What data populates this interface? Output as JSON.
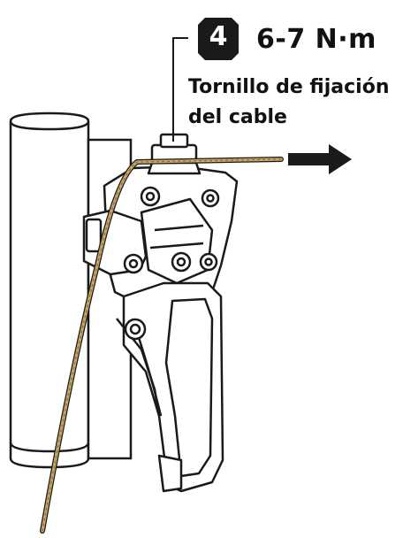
{
  "step_number": "4",
  "torque": "6-7 N·m",
  "callout": {
    "line1": "Tornillo de fijación",
    "line2": "del cable"
  },
  "colors": {
    "cable": "#c9a56a",
    "outline": "#1a1a1a",
    "badge": "#1a1a1a",
    "arrow": "#1a1a1a"
  }
}
